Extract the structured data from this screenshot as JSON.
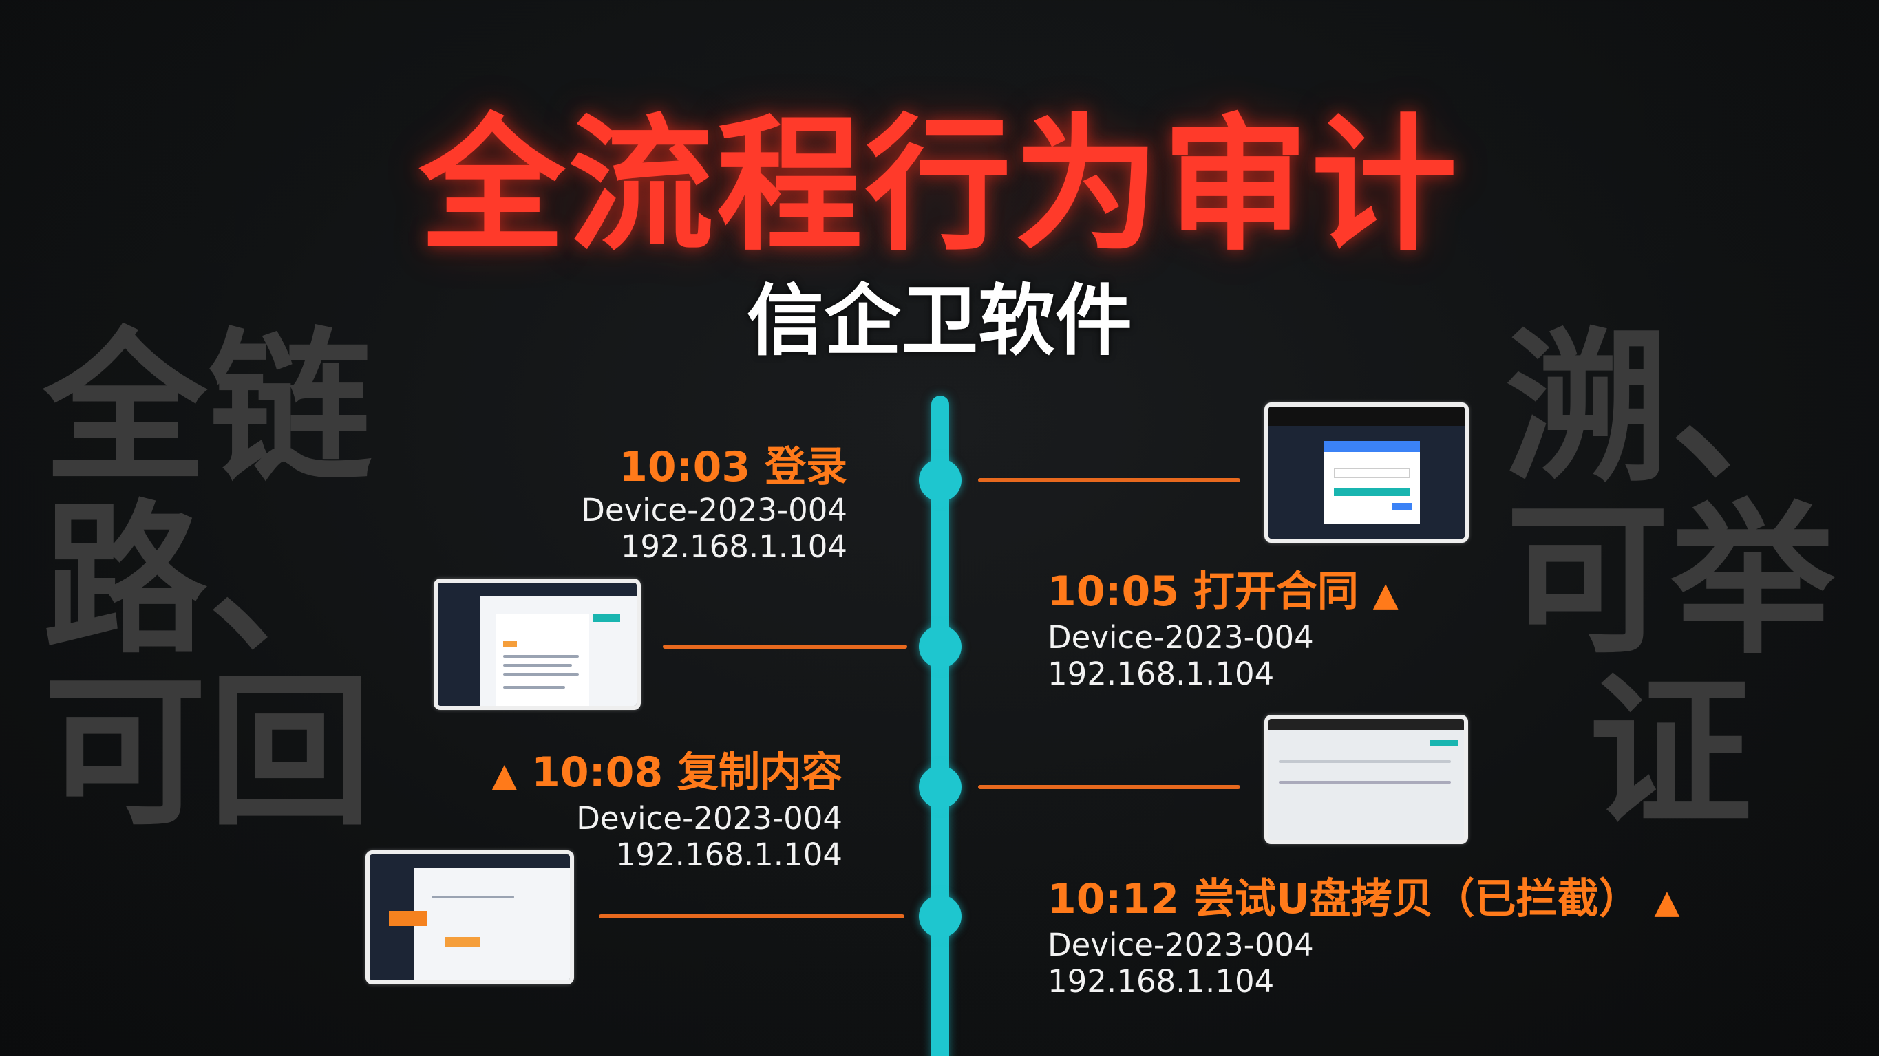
{
  "title": "全流程行为审计",
  "subtitle": "信企卫软件",
  "background_slogan": "全链路、可回溯、可举证",
  "colors": {
    "title": "#ff3a2a",
    "accent": "#ff7a1a",
    "timeline": "#1ec6cf"
  },
  "events": [
    {
      "time_label": "10:03 登录",
      "device": "Device-2023-004",
      "ip": "192.168.1.104",
      "alert": false
    },
    {
      "time_label": "10:05 打开合同",
      "device": "Device-2023-004",
      "ip": "192.168.1.104",
      "alert": true,
      "alert_icon": "▲"
    },
    {
      "time_label": "10:08 复制内容",
      "device": "Device-2023-004",
      "ip": "192.168.1.104",
      "alert": true,
      "alert_icon": "▲"
    },
    {
      "time_label": "10:12 尝试U盘拷贝（已拦截）",
      "device": "Device-2023-004",
      "ip": "192.168.1.104",
      "alert": true,
      "alert_icon": "▲"
    }
  ]
}
